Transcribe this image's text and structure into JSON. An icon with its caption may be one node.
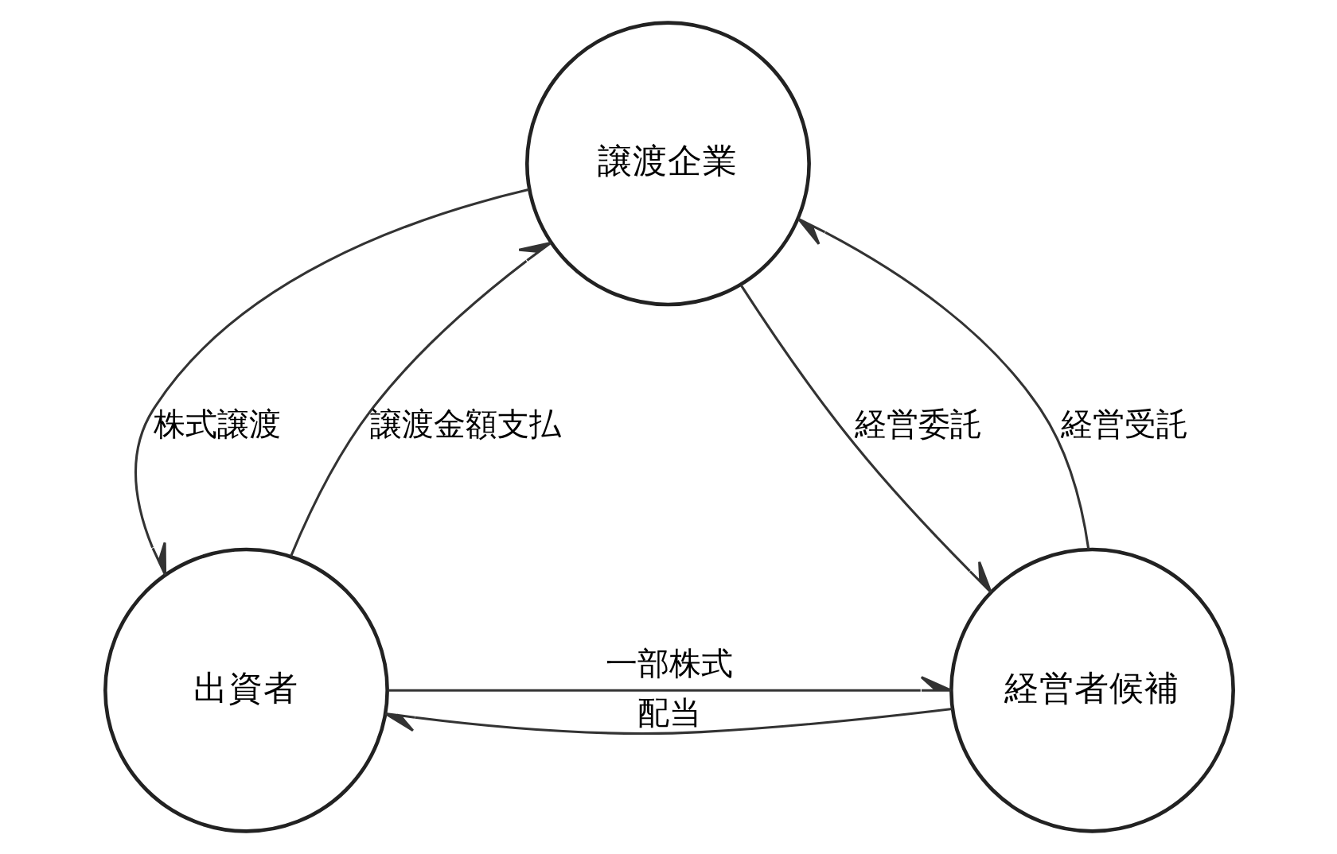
{
  "diagram": {
    "nodes": [
      {
        "text": [
          "譲渡企業"
        ]
      },
      {
        "text": [
          "出資者"
        ]
      },
      {
        "text": [
          "経営者候補"
        ]
      }
    ],
    "edges": [
      {
        "from": 1,
        "to": 0,
        "arrow": "to",
        "label": "譲渡金額支払"
      },
      {
        "from": 0,
        "to": 1,
        "arrow": "to",
        "label": "株式譲渡"
      },
      {
        "from": 0,
        "to": 2,
        "arrow": "to",
        "label": "経営委託"
      },
      {
        "from": 2,
        "to": 0,
        "arrow": "to",
        "label": "経営受託"
      },
      {
        "from": 2,
        "to": 1,
        "arrow": "to",
        "label": "配当"
      },
      {
        "from": 1,
        "to": 2,
        "arrow": "to",
        "label": "一部株式"
      }
    ]
  }
}
